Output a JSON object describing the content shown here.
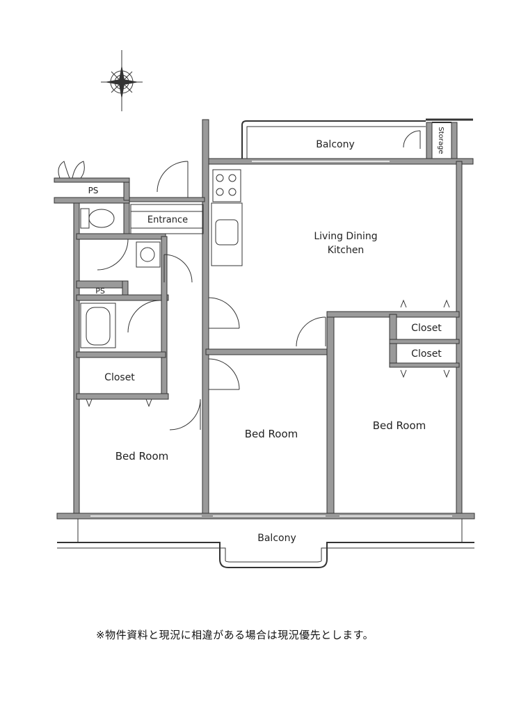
{
  "labels": {
    "balcony_top": "Balcony",
    "storage": "Storage",
    "ps_top": "PS",
    "entrance": "Entrance",
    "ldk_line1": "Living Dining",
    "ldk_line2": "Kitchen",
    "ps_mid": "PS",
    "closet_left": "Closet",
    "closet_right_1": "Closet",
    "closet_right_2": "Closet",
    "bedroom_left": "Bed Room",
    "bedroom_center": "Bed Room",
    "bedroom_right": "Bed Room",
    "balcony_bottom": "Balcony"
  },
  "note": "※物件資料と現況に相違がある場合は現況優先とします。",
  "colors": {
    "wall": "#333333",
    "line": "#444444",
    "fill": "#9a9a9a"
  }
}
